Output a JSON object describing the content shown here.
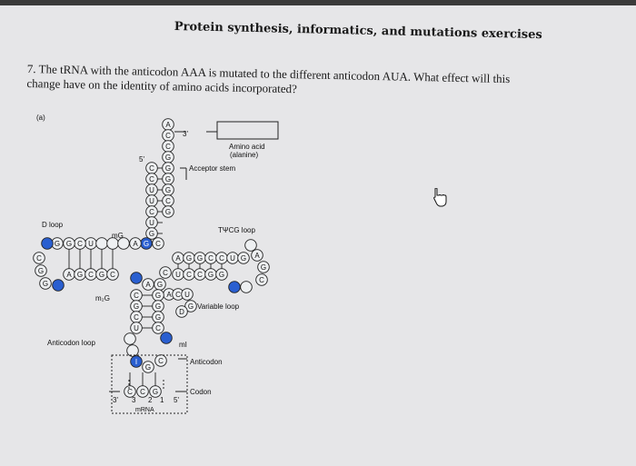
{
  "header": {
    "title": "Protein synthesis, informatics, and mutations exercises"
  },
  "question": {
    "line1": "7. The tRNA with the anticodon AAA is mutated to the different anticodon AUA.  What effect will this",
    "line2": "change have on the identity of amino acids incorporated?"
  },
  "figure": {
    "panel_label": "(a)",
    "three_prime": "3'",
    "five_prime": "5'",
    "amino_acid_label": "Amino acid",
    "amino_acid_name": "(alanine)",
    "acceptor_stem": "Acceptor stem",
    "d_loop": "D loop",
    "tpcg_loop": "TΨCG loop",
    "mG": "mG",
    "m2G": "m₂G",
    "variable_loop": "Variable loop",
    "anticodon_loop": "Anticodon loop",
    "mI": "mI",
    "anticodon_label": "Anticodon",
    "codon_label": "Codon",
    "mrna_label": "mRNA",
    "mrna_3": "3'",
    "mrna_5": "5'",
    "codon_numbers": [
      "3",
      "2",
      "1"
    ],
    "colors": {
      "modified_base": "#2a5fd0",
      "outline": "#222222"
    },
    "acceptor_bases": [
      "A",
      "C",
      "C",
      "G",
      "G",
      "G",
      "G",
      "C",
      "G"
    ],
    "acceptor_pairs": [
      "C",
      "C",
      "U",
      "U",
      "C",
      "U",
      "G"
    ],
    "d_arm_top": [
      "G",
      "A",
      "U",
      "C",
      "G",
      "G"
    ],
    "d_arm_bottom": [
      "A",
      "G",
      "C",
      "G",
      "C"
    ],
    "d_loop_left": [
      "C",
      "G",
      "G"
    ],
    "t_arm_top": [
      "A",
      "G",
      "G",
      "C",
      "C",
      "U",
      "G"
    ],
    "t_arm_bottom": [
      "U",
      "C",
      "C",
      "G",
      "G"
    ],
    "t_loop_right": [
      "A",
      "G",
      "C"
    ],
    "connector_bases": [
      "U",
      "U",
      "A",
      "G",
      "C",
      "C"
    ],
    "variable_bases": [
      "A",
      "C",
      "U",
      "C",
      "D",
      "G"
    ],
    "anticodon_stem_left": [
      "C",
      "G",
      "C",
      "U"
    ],
    "anticodon_stem_right": [
      "G",
      "G",
      "G",
      "C"
    ],
    "anticodon_bases": [
      "I",
      "G",
      "C"
    ],
    "codon_bases": [
      "C",
      "C",
      "G"
    ]
  },
  "cursor_icon": "mouse-pointer-icon"
}
